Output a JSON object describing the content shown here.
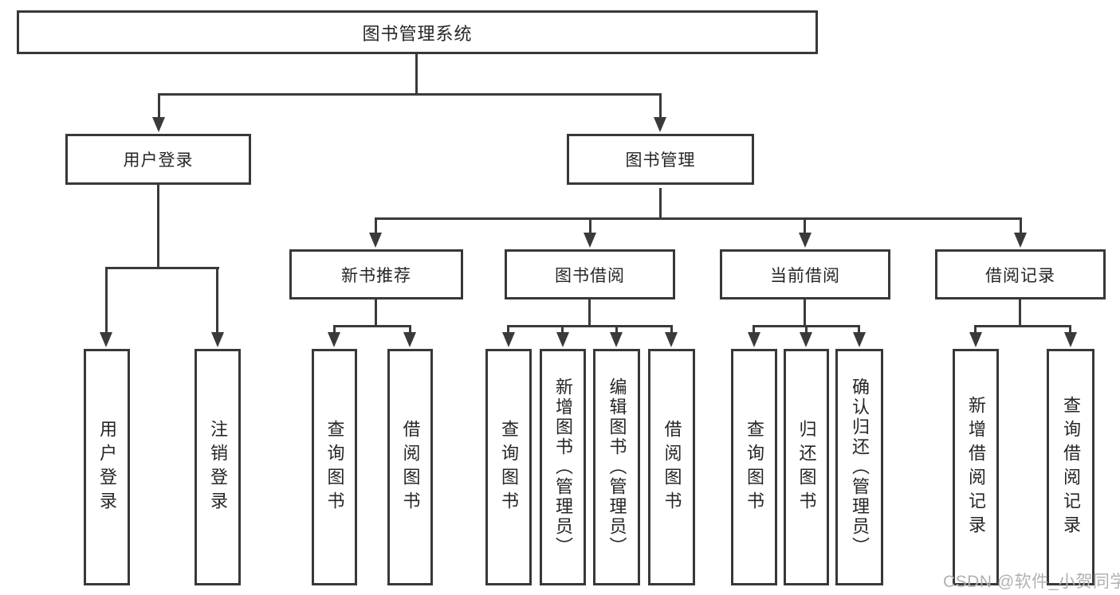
{
  "diagram": {
    "title": "图书管理系统",
    "branches": {
      "user_login": {
        "label": "用户登录",
        "children": {
          "login": "用户登录",
          "logout": "注销登录"
        }
      },
      "book_management": {
        "label": "图书管理",
        "children": {
          "new_book_recommend": {
            "label": "新书推荐",
            "children": {
              "query_books": "查询图书",
              "borrow_books": "借阅图书"
            }
          },
          "book_borrowing": {
            "label": "图书借阅",
            "children": {
              "query_books": "查询图书",
              "add_books_admin": "新增图书（管理员）",
              "edit_books_admin": "编辑图书（管理员）",
              "borrow_books": "借阅图书"
            }
          },
          "current_borrowing": {
            "label": "当前借阅",
            "children": {
              "query_books": "查询图书",
              "return_books": "归还图书",
              "confirm_return_admin": "确认归还（管理员）"
            }
          },
          "borrowing_records": {
            "label": "借阅记录",
            "children": {
              "add_record": "新增借阅记录",
              "query_record": "查询借阅记录"
            }
          }
        }
      }
    },
    "watermark": "CSDN @软件_小贺同学"
  }
}
